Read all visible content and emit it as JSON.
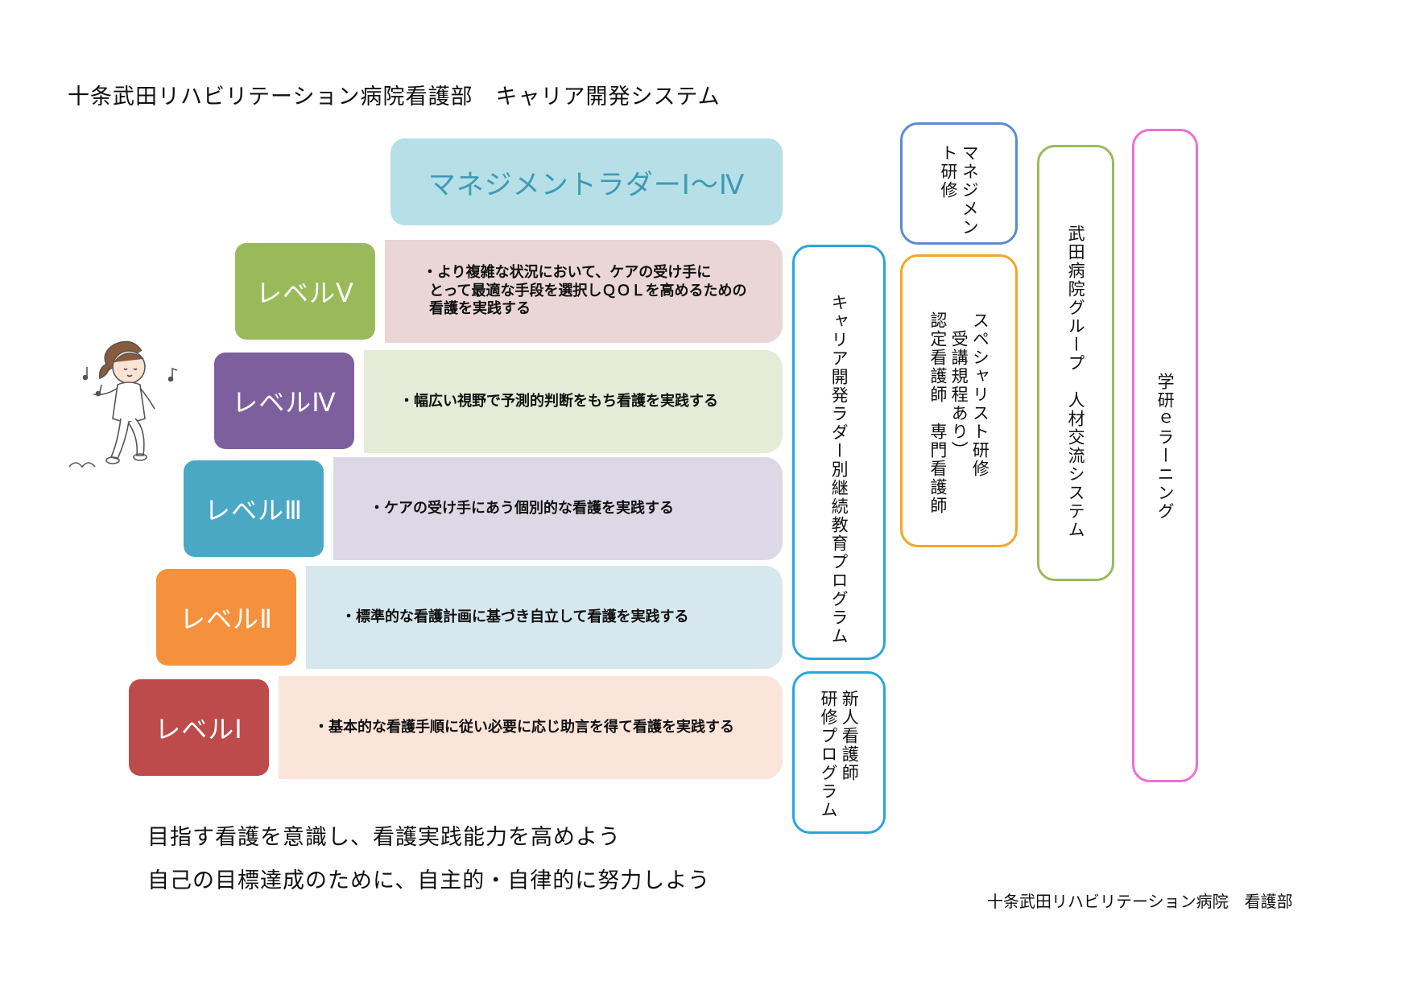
{
  "title": "十条武田リハビリテーション病院看護部　キャリア開発システム",
  "management_ladder": "マネジメントラダーⅠ～Ⅳ",
  "levels": [
    {
      "label": "レベルⅤ",
      "color": "#9aba5a",
      "bg": "#ead6d6",
      "description": [
        "・より複雑な状況において、ケアの受け手に",
        "とって最適な手段を選択しＱＯＬを高めるための",
        "看護を実践する"
      ]
    },
    {
      "label": "レベルⅣ",
      "color": "#7d5f9e",
      "bg": "#e4ecd8",
      "description": [
        "・幅広い視野で予測的判断をもち看護を実践する"
      ]
    },
    {
      "label": "レベルⅢ",
      "color": "#4ba8c4",
      "bg": "#dcd8e6",
      "description": [
        "・ケアの受け手にあう個別的な看護を実践する"
      ]
    },
    {
      "label": "レベルⅡ",
      "color": "#f5913c",
      "bg": "#d6e7ee",
      "description": [
        "・標準的な看護計画に基づき自立して看護を実践する"
      ]
    },
    {
      "label": "レベルⅠ",
      "color": "#be4b4b",
      "bg": "#fbe4da",
      "description": [
        "・基本的な看護手順に従い必要に応じ助言を得て看護を実践する"
      ]
    }
  ],
  "programs": {
    "career_ladder_program": "キャリア開発ラダー別継続教育プログラム",
    "new_nurse_program": "新人看護師\n研修プログラム",
    "management_training": "マネジメン\nト研修",
    "specialist_training": "スペシャリスト研修\n　受講規程あり）\n認定看護師　専門看護師",
    "takeda_group": "武田病院グループ　人材交流システム",
    "gakken": "学研ｅラーニング"
  },
  "colors": {
    "career_ladder_border": "#2aa6d8",
    "new_nurse_border": "#2aa6d8",
    "management_border": "#5b8bd0",
    "specialist_border": "#f5a623",
    "takeda_border": "#9abb5a",
    "gakken_border": "#ee6fd3"
  },
  "motto": [
    "目指す看護を意識し、看護実践能力を高めよう",
    "自己の目標達成のために、自主的・自律的に努力しよう"
  ],
  "footer": "十条武田リハビリテーション病院　看護部"
}
